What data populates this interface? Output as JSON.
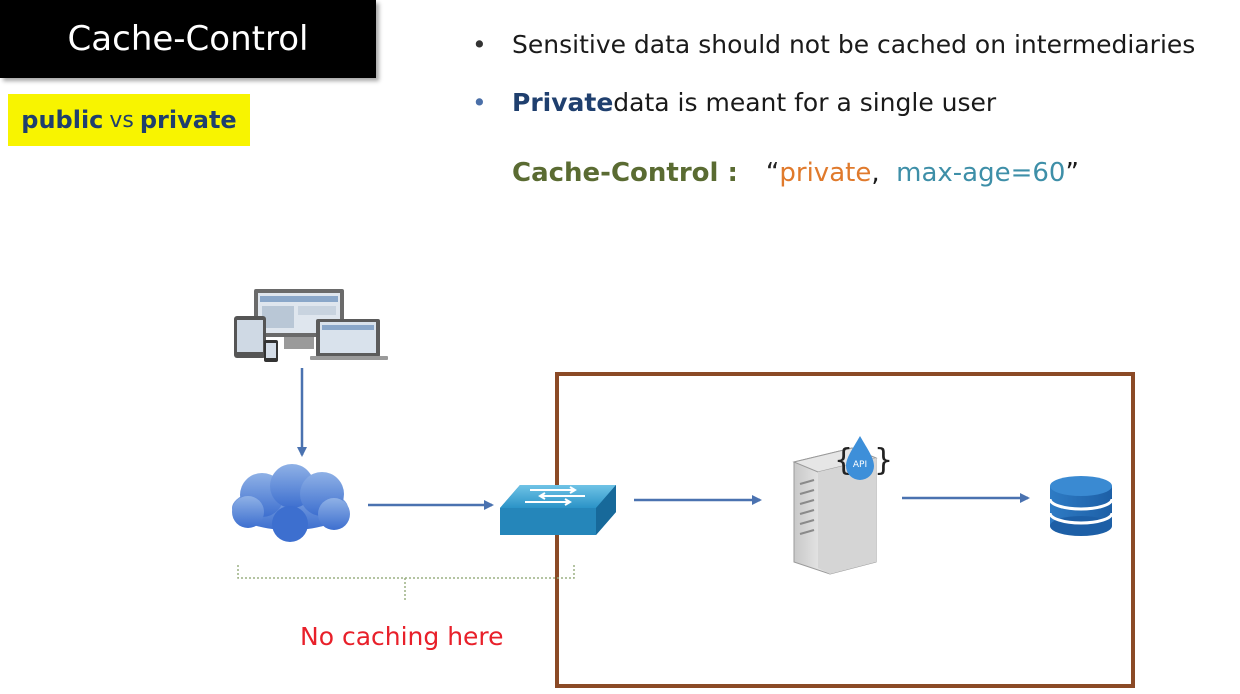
{
  "slide": {
    "title": "Cache-Control",
    "tag": {
      "left": "public",
      "middle": "vs",
      "right": "private"
    },
    "bullets": [
      {
        "bold": "",
        "text": "Sensitive data should not be cached on intermediaries"
      },
      {
        "bold": "Private",
        "text": " data is meant for a single user"
      }
    ],
    "header_example": {
      "name": "Cache-Control :",
      "open_quote": "“",
      "directive_1": "private",
      "separator": ",  ",
      "directive_2": "max-age=60",
      "close_quote": "”"
    },
    "api_badge": "API",
    "annotation": "No caching here"
  },
  "colors": {
    "accent_dark_blue": "#1f3f6e",
    "tag_yellow": "#f8f400",
    "orange": "#e07a2c",
    "teal": "#3e8fa8",
    "olive": "#5a6b32",
    "red": "#e8202a",
    "box_brown": "#8b4a26",
    "arrow_blue": "#4a72b0"
  }
}
